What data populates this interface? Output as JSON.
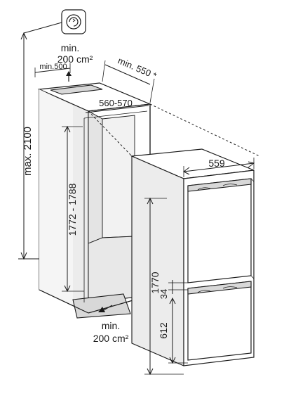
{
  "labels": {
    "vent_top_min": "min.",
    "vent_top_area": "200 cm²",
    "vent_bottom_min": "min.",
    "vent_bottom_area": "200 cm²",
    "niche_depth_top": "min.500",
    "niche_depth": "min. 550 *",
    "niche_width": "560-570",
    "max_height": "max. 2100",
    "niche_height": "1772 - 1788",
    "appliance_width": "559",
    "appliance_height": "1770",
    "door_gap": "34",
    "freezer_door_height": "612"
  },
  "icons": {
    "vent_symbol": "air-circulation-icon"
  }
}
